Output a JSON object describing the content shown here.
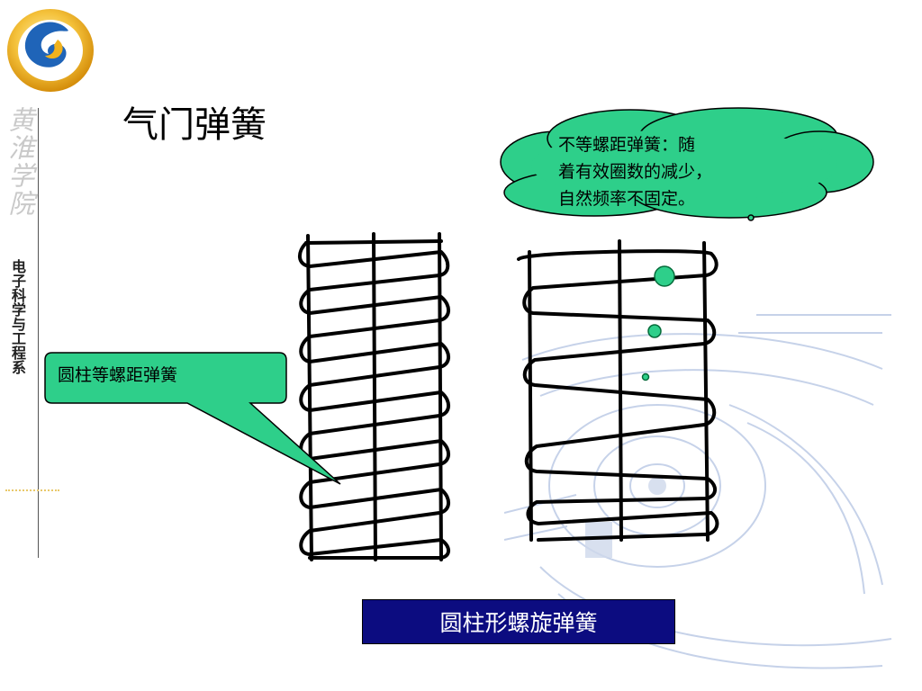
{
  "slide": {
    "title": "气门弹簧",
    "school_name": "黄淮学院",
    "department": "电子科学与工程系",
    "left_callout": "圆柱等螺距弹簧",
    "cloud_callout": {
      "lines": [
        "不等螺距弹簧：随",
        "着有效圈数的减少，",
        "自然频率不固定。"
      ]
    },
    "caption": "圆柱形螺旋弹簧"
  },
  "colors": {
    "callout_fill": "#2ecf8a",
    "caption_bg": "#0c0c80",
    "caption_text": "#ffffff",
    "logo_outer": "#f1b21c",
    "logo_inner": "#1f64b8"
  },
  "icons": {
    "logo": "school-logo-icon"
  }
}
